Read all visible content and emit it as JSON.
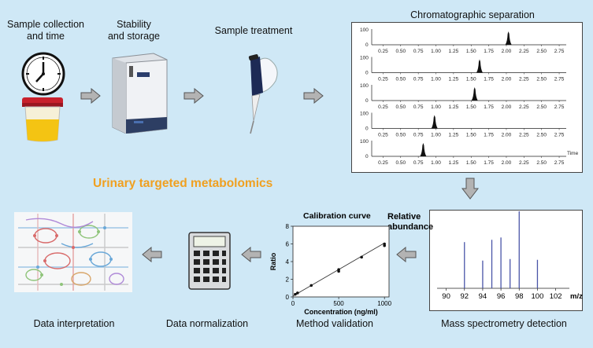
{
  "steps": {
    "collection": "Sample collection\nand time",
    "stability": "Stability\nand storage",
    "treatment": "Sample treatment",
    "chromatography": "Chromatographic separation",
    "ms": "Mass spectrometry detection",
    "validation": "Method validation",
    "normalization": "Data normalization",
    "interpretation": "Data interpretation"
  },
  "center_title": "Urinary targeted metabolomics",
  "colors": {
    "arrow_fill": "#b3b3b3",
    "title": "#f0a020",
    "background": "#cfe8f6"
  },
  "chromatogram": {
    "y_label": "100",
    "y_zero": "0",
    "x_ticks": [
      "0.25",
      "0.50",
      "0.75",
      "1.00",
      "1.25",
      "1.50",
      "1.75",
      "2.00",
      "2.25",
      "2.50",
      "2.75"
    ],
    "x_axis_label": "Time",
    "peaks": [
      2.03,
      1.62,
      1.55,
      0.98,
      0.82
    ]
  },
  "chart_data": [
    {
      "type": "scatter",
      "title": "Calibration curve",
      "xlabel": "Concentration (ng/ml)",
      "ylabel": "Ratio",
      "x_ticks": [
        "0",
        "500",
        "1000"
      ],
      "y_ticks": [
        "0",
        "2",
        "4",
        "6",
        "8"
      ],
      "xlim": [
        0,
        1050
      ],
      "ylim": [
        0,
        8
      ],
      "points": [
        [
          25,
          0.3
        ],
        [
          50,
          0.45
        ],
        [
          200,
          1.3
        ],
        [
          500,
          2.9
        ],
        [
          500,
          3.1
        ],
        [
          750,
          4.5
        ],
        [
          1000,
          5.8
        ],
        [
          1000,
          6.0
        ]
      ],
      "fit_line": [
        [
          0,
          0.1
        ],
        [
          1000,
          6.1
        ]
      ]
    },
    {
      "type": "bar",
      "title": "",
      "ylabel": "Relative\nabundance",
      "xlabel": "m/z",
      "x_ticks": [
        "90",
        "92",
        "94",
        "96",
        "98",
        "100",
        "102"
      ],
      "xlim": [
        89,
        103.5
      ],
      "ylim": [
        0,
        100
      ],
      "peaks": [
        [
          92,
          60
        ],
        [
          94,
          36
        ],
        [
          95,
          63
        ],
        [
          96,
          66
        ],
        [
          97,
          38
        ],
        [
          98,
          100
        ],
        [
          100,
          37
        ]
      ]
    }
  ]
}
